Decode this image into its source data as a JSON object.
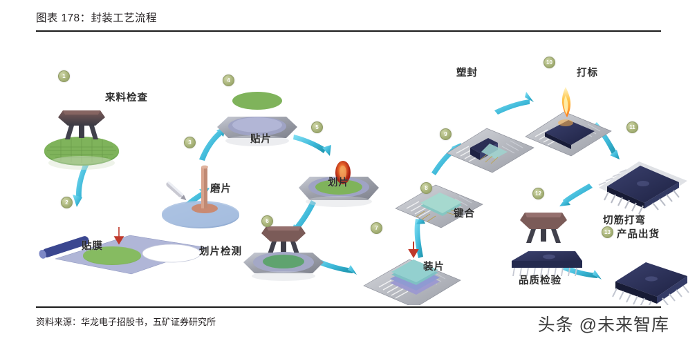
{
  "header": {
    "title": "图表 178：封装工艺流程"
  },
  "footer": {
    "source": "资料来源：华龙电子招股书，五矿证券研究所",
    "watermark": "头条 @未来智库"
  },
  "colors": {
    "arrow_start": "#63d3ef",
    "arrow_end": "#0f8fa8",
    "badge": "#a9b47a",
    "wafer_green": "#6aa84f",
    "substrate_grey": "#a8aab0",
    "chip_dark": "#2b2f55",
    "rule": "#1a1a1a",
    "text": "#2d2d2d"
  },
  "diagram": {
    "type": "process-flow",
    "step_count": 13,
    "steps": [
      {
        "number": "1",
        "label": "来料检查",
        "icon": "microscope-wafer-icon"
      },
      {
        "number": "2",
        "label": "贴膜",
        "icon": "tape-lamination-icon"
      },
      {
        "number": "3",
        "label": "磨片",
        "icon": "grinder-icon"
      },
      {
        "number": "4",
        "label": "贴片",
        "icon": "die-attach-icon"
      },
      {
        "number": "5",
        "label": "划片",
        "icon": "dicing-blade-icon"
      },
      {
        "number": "6",
        "label": "划片检测",
        "icon": "microscope-inspect-icon"
      },
      {
        "number": "7",
        "label": "装片",
        "icon": "die-mount-leadframe-icon"
      },
      {
        "number": "8",
        "label": "键合",
        "icon": "wire-bond-icon"
      },
      {
        "number": "9",
        "label": "塑封",
        "icon": "molding-icon"
      },
      {
        "number": "10",
        "label": "打标",
        "icon": "laser-marking-icon"
      },
      {
        "number": "11",
        "label": "切筋打弯",
        "icon": "trim-form-icon"
      },
      {
        "number": "12",
        "label": "品质检验",
        "icon": "microscope-qc-icon"
      },
      {
        "number": "13",
        "label": "产品出货",
        "icon": "finished-package-icon"
      }
    ]
  }
}
